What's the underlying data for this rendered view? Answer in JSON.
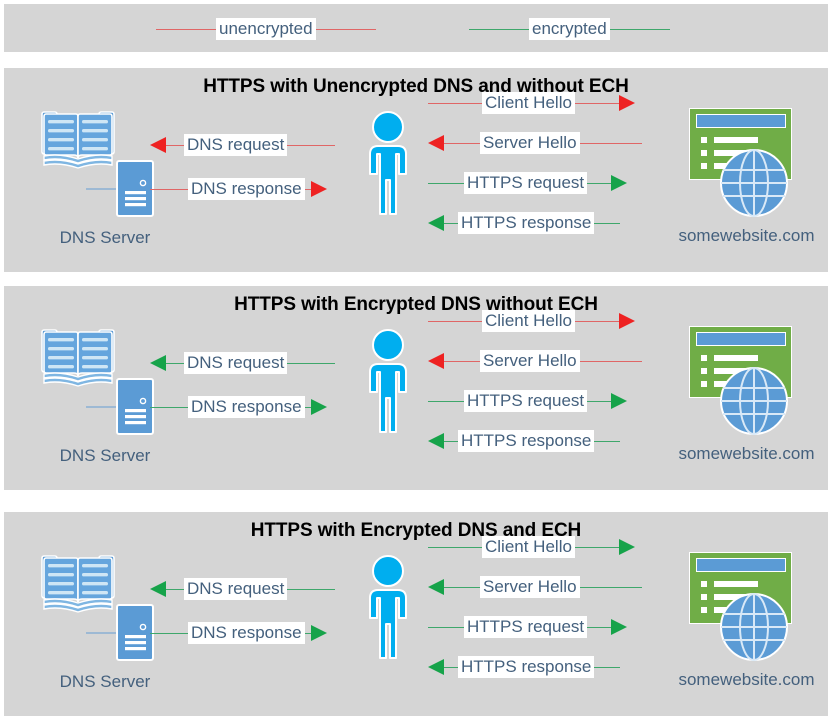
{
  "legend": {
    "items": [
      {
        "label": "unencrypted",
        "color": "#E06666",
        "kind": "unencrypted"
      },
      {
        "label": "encrypted",
        "color": "#3EA76B",
        "kind": "encrypted"
      }
    ]
  },
  "labels": {
    "dns_server": "DNS Server",
    "website": "somewebsite.com"
  },
  "colors": {
    "unencrypted_line": "#E06666",
    "unencrypted_head": "#EE2222",
    "encrypted_line": "#3EA76B",
    "encrypted_head": "#16A34A",
    "panel_background": "#d5d5d5",
    "page_background": "#ffffff",
    "text_blue": "#44607D",
    "title_black": "#000000",
    "person_blue": "#00AEEF",
    "browser_green": "#70AD47",
    "browser_bar_blue": "#5B9BD5",
    "globe_blue": "#5B9BD5",
    "book_blue": "#5B9BD5"
  },
  "panels": [
    {
      "id": "panel-1",
      "title": "HTTPS with Unencrypted DNS and without ECH",
      "dns_arrows": [
        {
          "label": "DNS request",
          "direction": "left",
          "encrypted": false
        },
        {
          "label": "DNS response",
          "direction": "right",
          "encrypted": false
        }
      ],
      "server_arrows": [
        {
          "label": "Client Hello",
          "direction": "right",
          "encrypted": false
        },
        {
          "label": "Server Hello",
          "direction": "left",
          "encrypted": false
        },
        {
          "label": "HTTPS request",
          "direction": "right",
          "encrypted": true
        },
        {
          "label": "HTTPS response",
          "direction": "left",
          "encrypted": true
        }
      ]
    },
    {
      "id": "panel-2",
      "title": "HTTPS with Encrypted DNS without ECH",
      "dns_arrows": [
        {
          "label": "DNS request",
          "direction": "left",
          "encrypted": true
        },
        {
          "label": "DNS response",
          "direction": "right",
          "encrypted": true
        }
      ],
      "server_arrows": [
        {
          "label": "Client Hello",
          "direction": "right",
          "encrypted": false
        },
        {
          "label": "Server Hello",
          "direction": "left",
          "encrypted": false
        },
        {
          "label": "HTTPS request",
          "direction": "right",
          "encrypted": true
        },
        {
          "label": "HTTPS response",
          "direction": "left",
          "encrypted": true
        }
      ]
    },
    {
      "id": "panel-3",
      "title": "HTTPS with Encrypted DNS and ECH",
      "dns_arrows": [
        {
          "label": "DNS request",
          "direction": "left",
          "encrypted": true
        },
        {
          "label": "DNS response",
          "direction": "right",
          "encrypted": true
        }
      ],
      "server_arrows": [
        {
          "label": "Client Hello",
          "direction": "right",
          "encrypted": true
        },
        {
          "label": "Server Hello",
          "direction": "left",
          "encrypted": true
        },
        {
          "label": "HTTPS request",
          "direction": "right",
          "encrypted": true
        },
        {
          "label": "HTTPS response",
          "direction": "left",
          "encrypted": true
        }
      ]
    }
  ]
}
